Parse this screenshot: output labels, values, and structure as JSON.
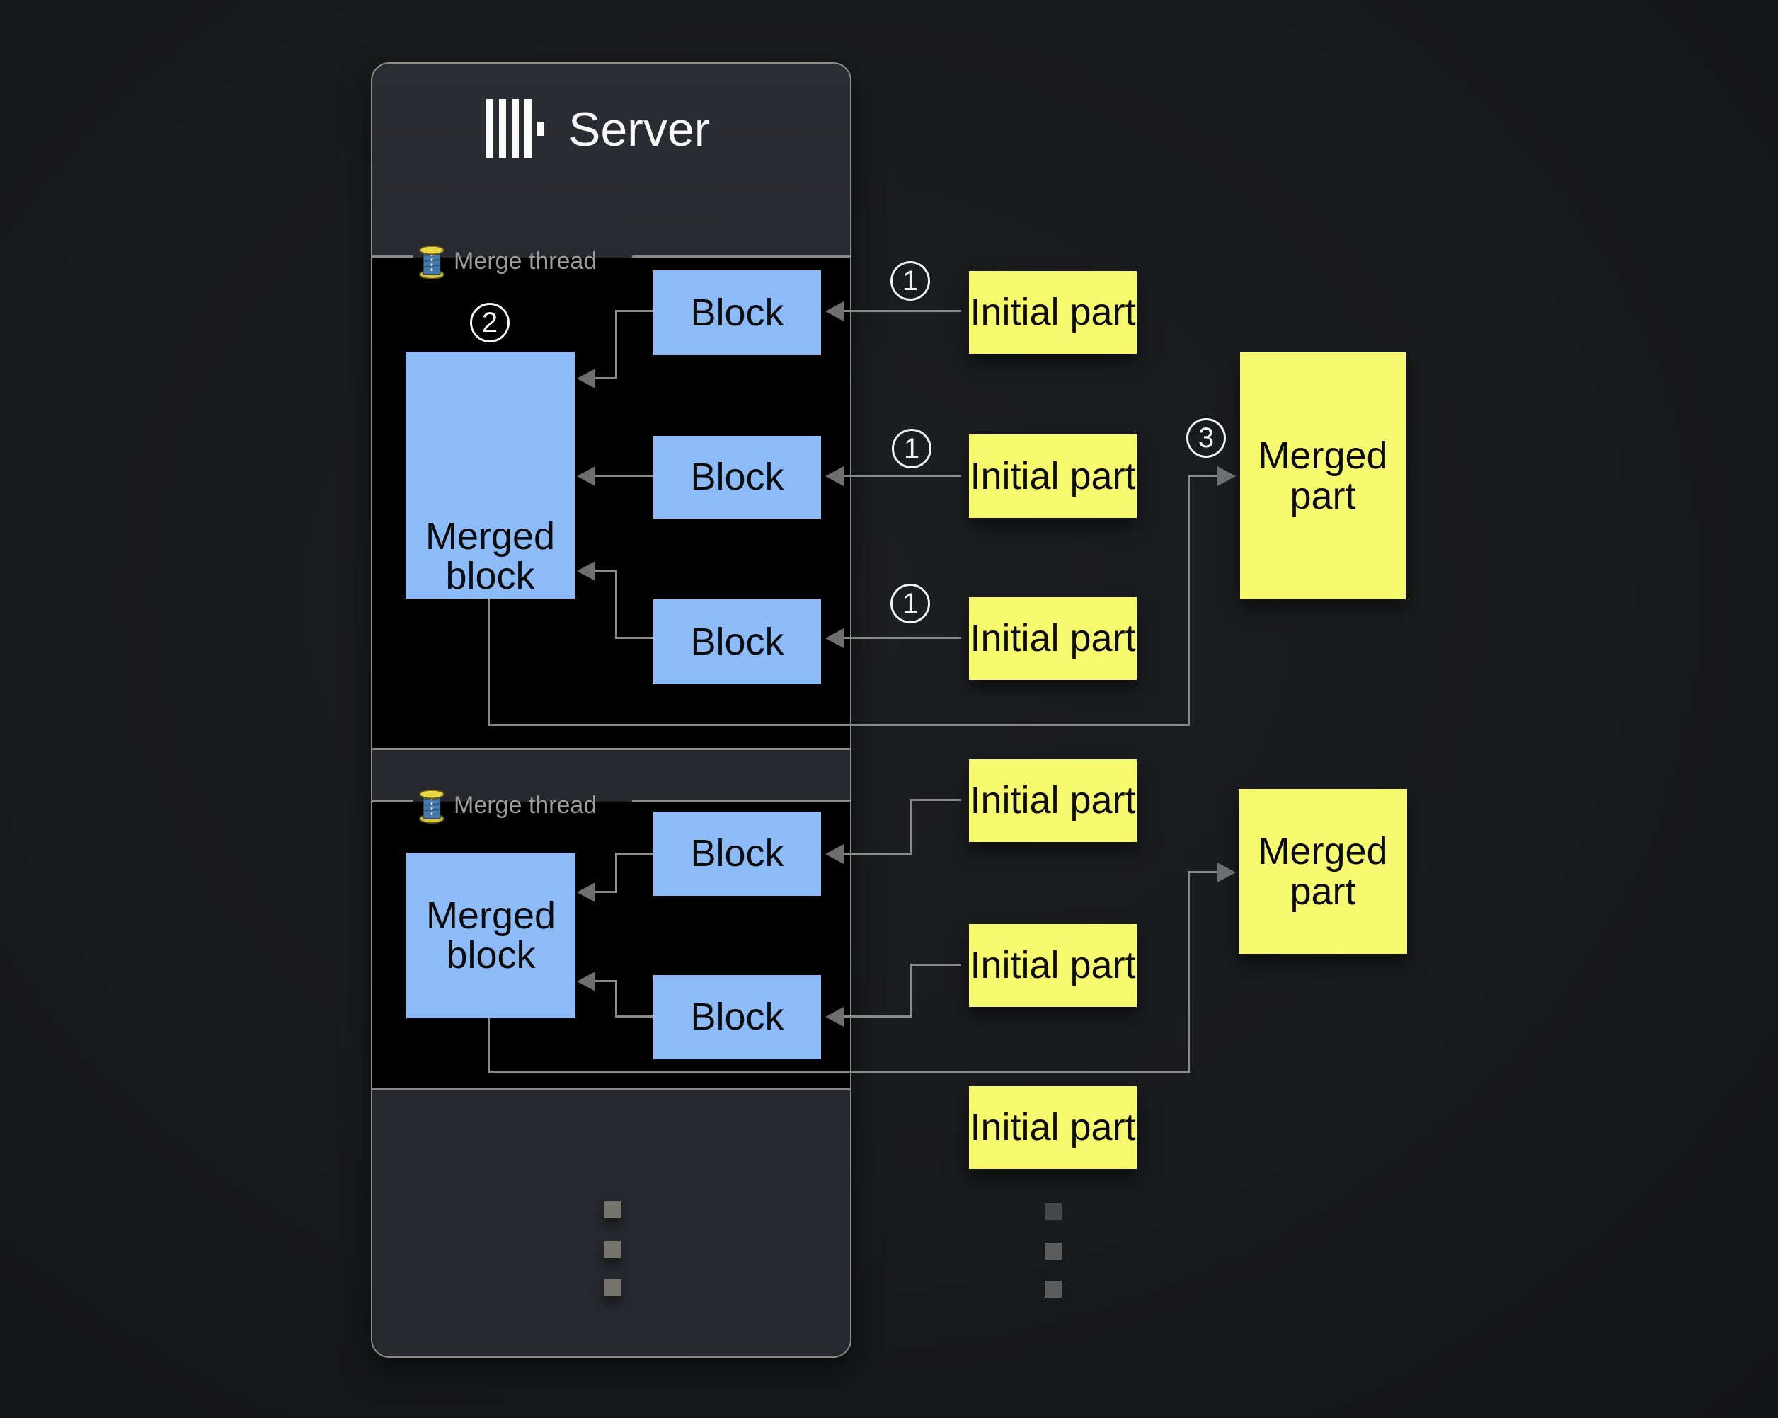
{
  "server": {
    "title": "Server",
    "logo": "clickhouse-logo"
  },
  "threads": [
    {
      "label": "Merge thread",
      "icon": "thread-spool-icon",
      "merged_block": "Merged block",
      "step": "2",
      "blocks": [
        "Block",
        "Block",
        "Block"
      ]
    },
    {
      "label": "Merge thread",
      "icon": "thread-spool-icon",
      "merged_block": "Merged block",
      "blocks": [
        "Block",
        "Block"
      ]
    }
  ],
  "initial_parts": [
    {
      "label": "Initial part",
      "step": "1"
    },
    {
      "label": "Initial part",
      "step": "1"
    },
    {
      "label": "Initial part",
      "step": "1"
    },
    {
      "label": "Initial part"
    },
    {
      "label": "Initial part"
    },
    {
      "label": "Initial part"
    }
  ],
  "merged_parts": [
    {
      "label": "Merged part",
      "step": "3"
    },
    {
      "label": "Merged part"
    }
  ],
  "colors": {
    "block_fill": "#8dbbf8",
    "part_fill": "#f6f96d",
    "connector": "#8a8a8a",
    "arrowhead": "#6e6e6e",
    "panel_background": "#26282d",
    "panel_border": "#8d8d85",
    "thread_box_background": "#000000",
    "thread_label_text": "#9b9b9b",
    "title_text": "#f7f7f7"
  }
}
